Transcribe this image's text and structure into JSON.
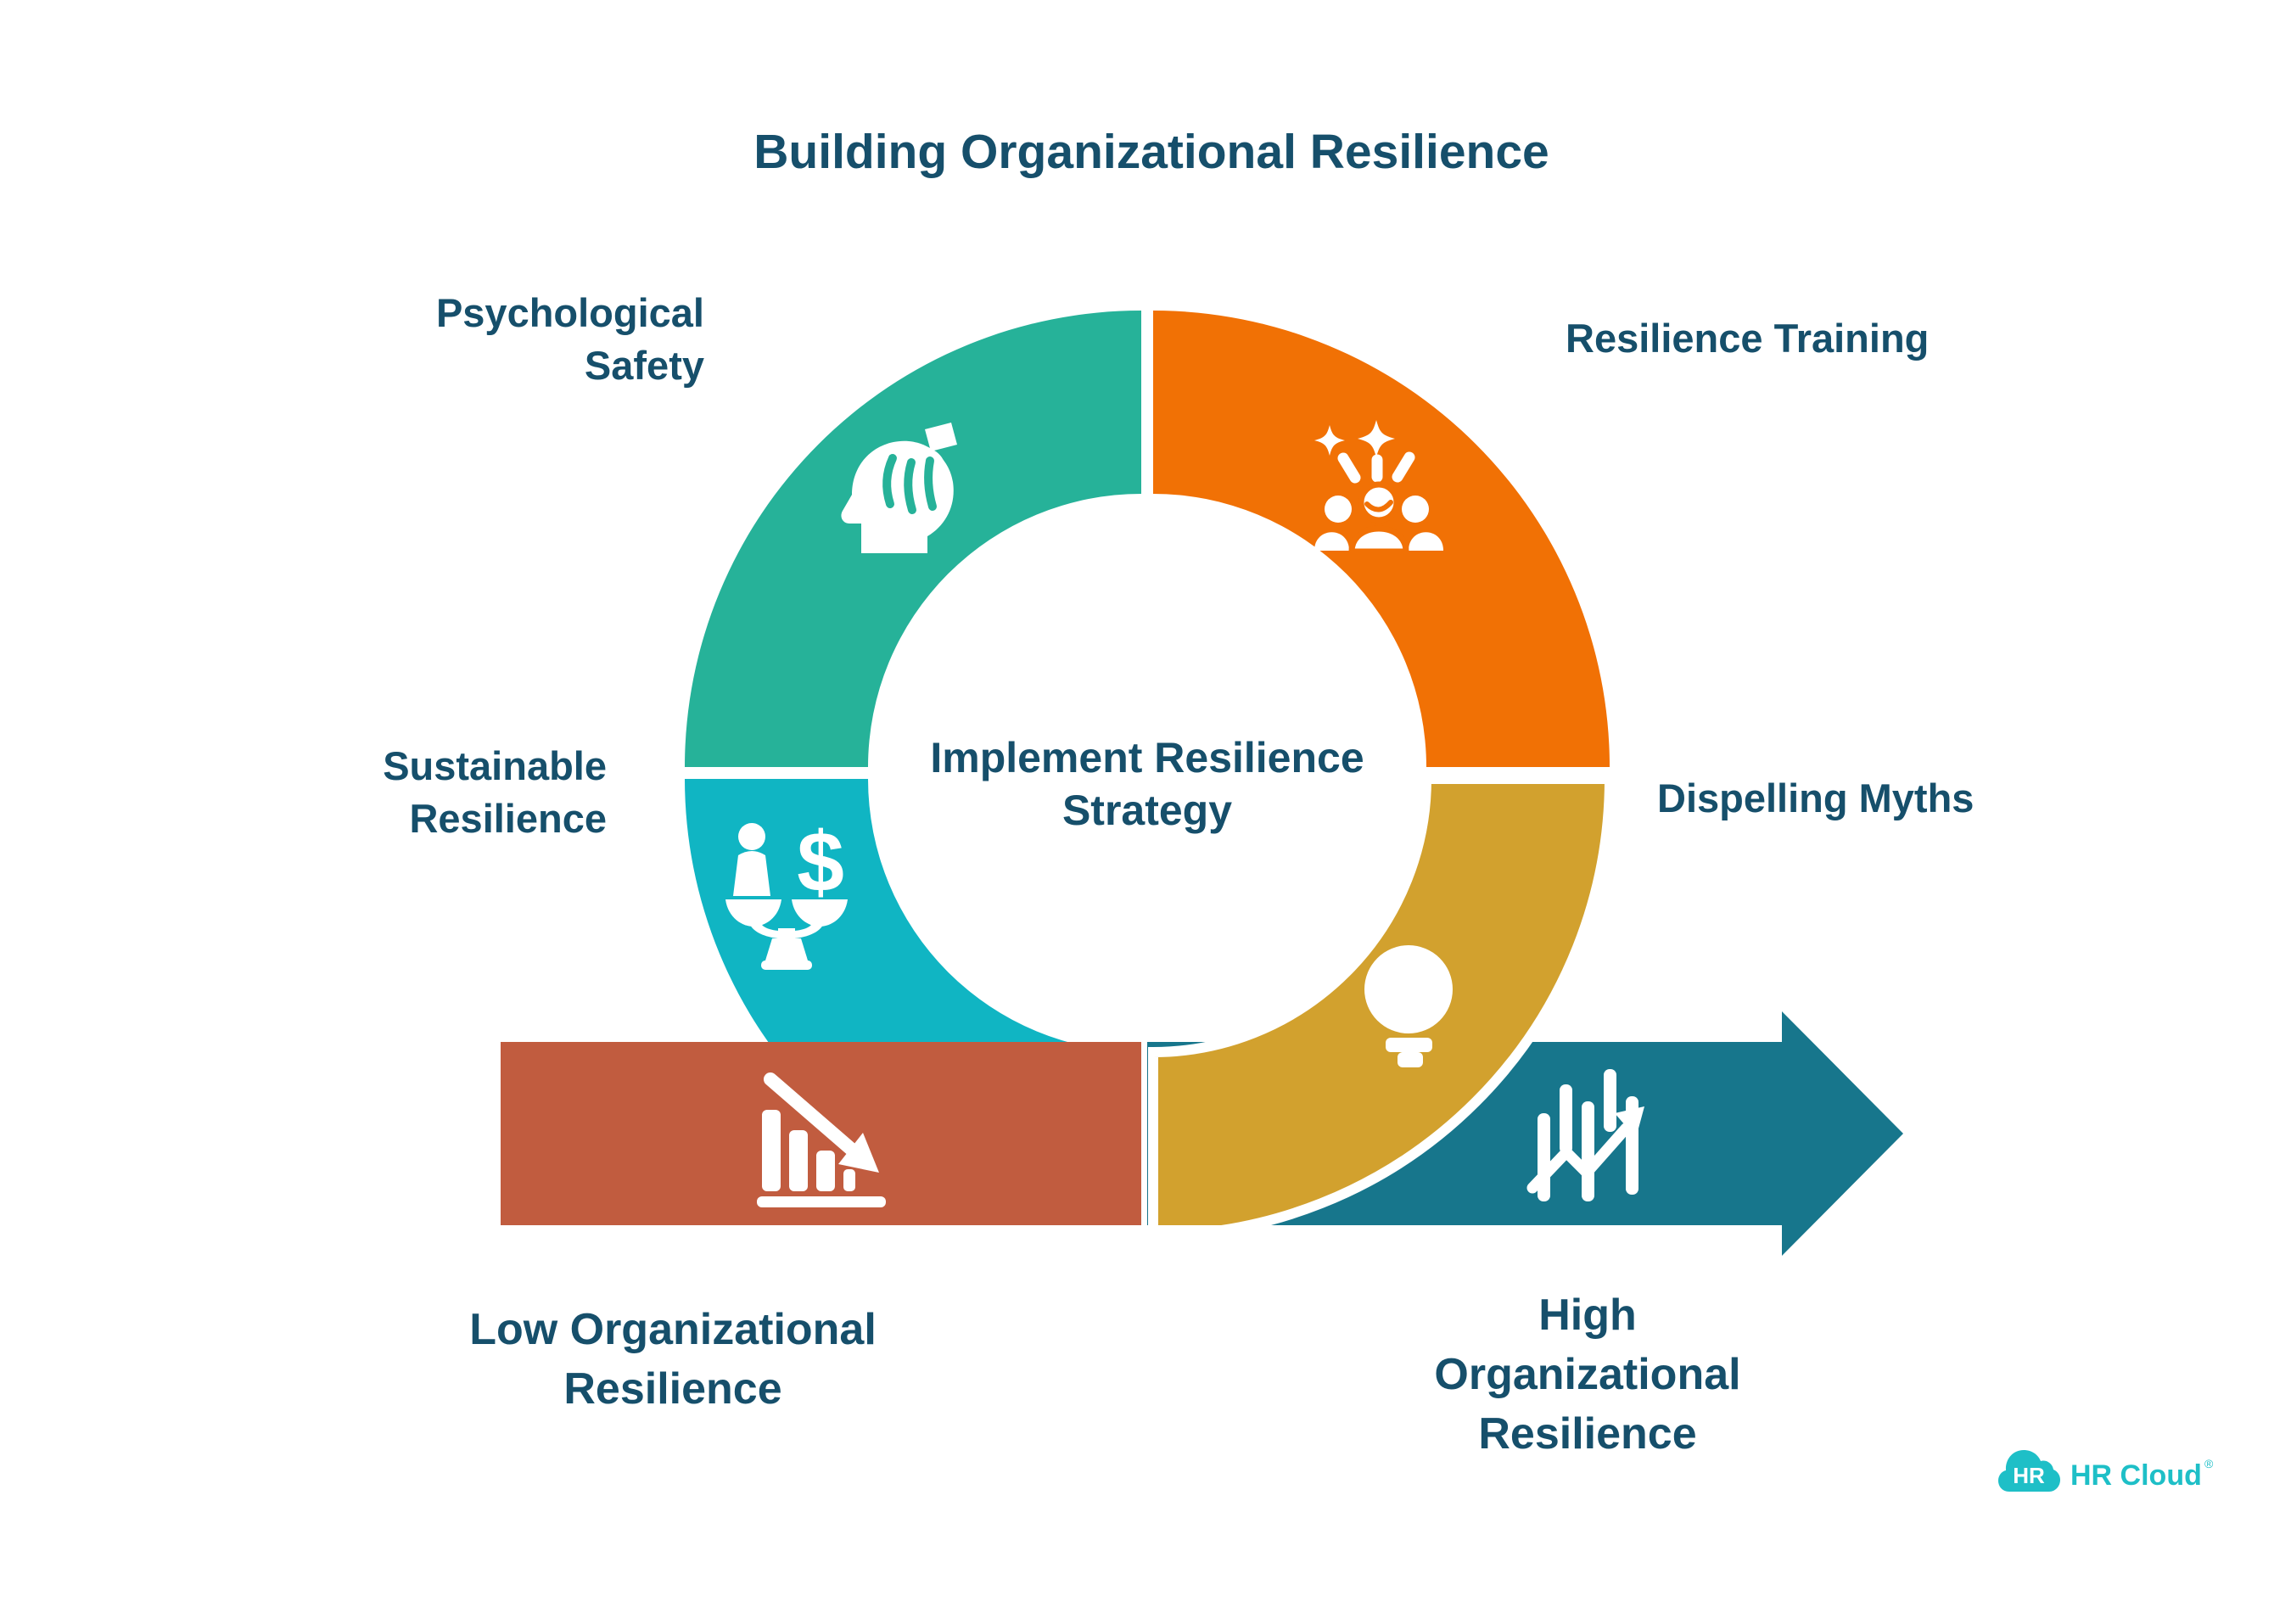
{
  "title": "Building Organizational Resilience",
  "center_label": "Implement Resilience\nStrategy",
  "labels": {
    "psychological_safety": "Psychological\nSafety",
    "resilience_training": "Resilience Training",
    "sustainable_resilience": "Sustainable\nResilience",
    "dispelling_myths": "Dispelling Myths",
    "low_resilience": "Low Organizational\nResilience",
    "high_resilience": "High\nOrganizational\nResilience"
  },
  "icons": {
    "psychological_safety": "head-with-hand-icon",
    "resilience_training": "team-celebration-icon",
    "sustainable_resilience": "person-dollar-balance-icon",
    "dispelling_myths": "lightbulb-icon",
    "low_resilience": "declining-bar-chart-icon",
    "high_resilience": "rising-chart-arrow-icon",
    "dollar_glyph": "$"
  },
  "logo": {
    "badge": "HR",
    "name": "HR Cloud",
    "registered": "®"
  },
  "colors": {
    "navy": "#164F6B",
    "teal_green": "#26B299",
    "orange": "#F17105",
    "cyan": "#10B5C3",
    "gold": "#D2A12E",
    "terracotta": "#C15C3F",
    "arrow_teal": "#17768C",
    "logo_teal": "#1EBFC7",
    "white": "#FFFFFF"
  }
}
